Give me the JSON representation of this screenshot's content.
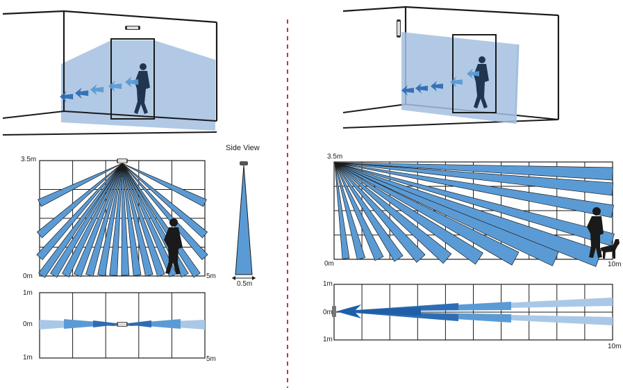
{
  "labels": {
    "side_view": "Side View",
    "left_front_height": "3.5m",
    "left_front_bottom": "0m",
    "left_front_width": "5m",
    "side_width": "0.5m",
    "left_top_up": "1m",
    "left_top_mid": "0m",
    "left_top_down": "1m",
    "left_top_width": "5m",
    "right_side_height": "3.5m",
    "right_side_bottom": "0m",
    "right_side_length": "10m",
    "right_top_up": "1m",
    "right_top_mid": "0m",
    "right_top_down": "1m",
    "right_top_length": "10m"
  },
  "colors": {
    "beam": "#5b9bd5",
    "beam_dark": "#2e6db4",
    "beam_light": "#a9c8e8",
    "coverage_fill": "#a3bfe0",
    "divider": "#c0392b",
    "outline": "#1a1a1a"
  },
  "icons": {
    "sensor": "ceiling-sensor-icon",
    "person": "person-walking-icon",
    "dog": "dog-icon",
    "arrow": "motion-arrow-icon"
  }
}
